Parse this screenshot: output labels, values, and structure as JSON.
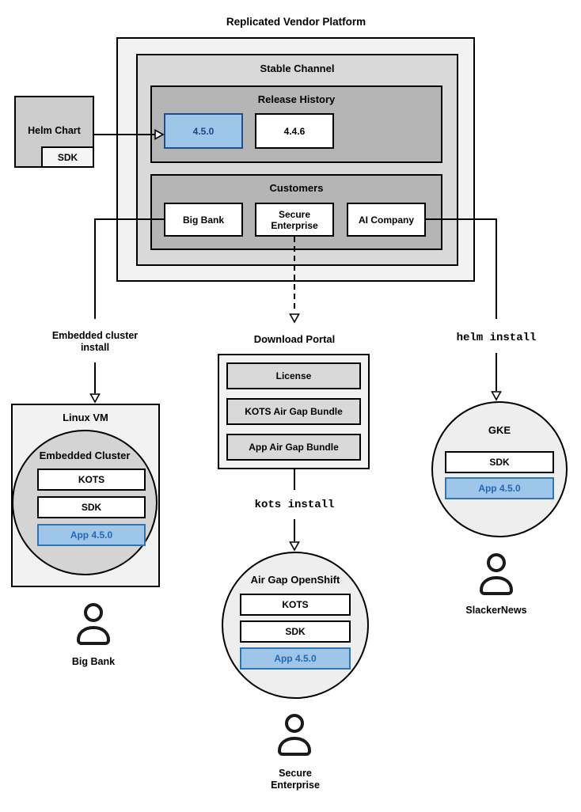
{
  "diagram_title": "Replicated Vendor Platform",
  "stable_channel": {
    "title": "Stable Channel"
  },
  "release_history": {
    "title": "Release History",
    "releases": [
      "4.5.0",
      "4.4.6"
    ],
    "highlighted_release": "4.5.0"
  },
  "customers": {
    "title": "Customers",
    "items": [
      "Big Bank",
      "Secure Enterprise",
      "AI Company"
    ]
  },
  "helm_chart": {
    "label": "Helm Chart",
    "sdk": "SDK"
  },
  "edges": {
    "embedded_cluster_install": "Embedded cluster install",
    "kots_install": "kots install",
    "helm_install": "helm install"
  },
  "download_portal": {
    "title": "Download Portal",
    "items": [
      "License",
      "KOTS Air Gap Bundle",
      "App Air Gap Bundle"
    ]
  },
  "linux_vm": {
    "title": "Linux VM",
    "embedded_cluster": {
      "title": "Embedded Cluster",
      "components": [
        "KOTS",
        "SDK",
        "App 4.5.0"
      ]
    }
  },
  "air_gap_openshift": {
    "title": "Air Gap OpenShift",
    "components": [
      "KOTS",
      "SDK",
      "App 4.5.0"
    ]
  },
  "gke": {
    "title": "GKE",
    "components": [
      "SDK",
      "App 4.5.0"
    ]
  },
  "users": {
    "big_bank": "Big Bank",
    "secure_enterprise": "Secure Enterprise",
    "slackernews": "SlackerNews"
  },
  "colors": {
    "box-border": "#000000",
    "panel-light": "#f2f2f2",
    "panel-medium": "#d9d9d9",
    "panel-dark": "#b5b5b5",
    "helm-fill": "#cccccc",
    "subtle-fill": "#f5f5f5",
    "circle-gray": "#d4d4d4",
    "circle-light": "#eeeeee",
    "highlight-fill": "#9fc5e8",
    "release-border": "#1f4e8c",
    "release-text": "#1c4587",
    "app-border": "#2e75b6",
    "app-text": "#2368b8"
  }
}
